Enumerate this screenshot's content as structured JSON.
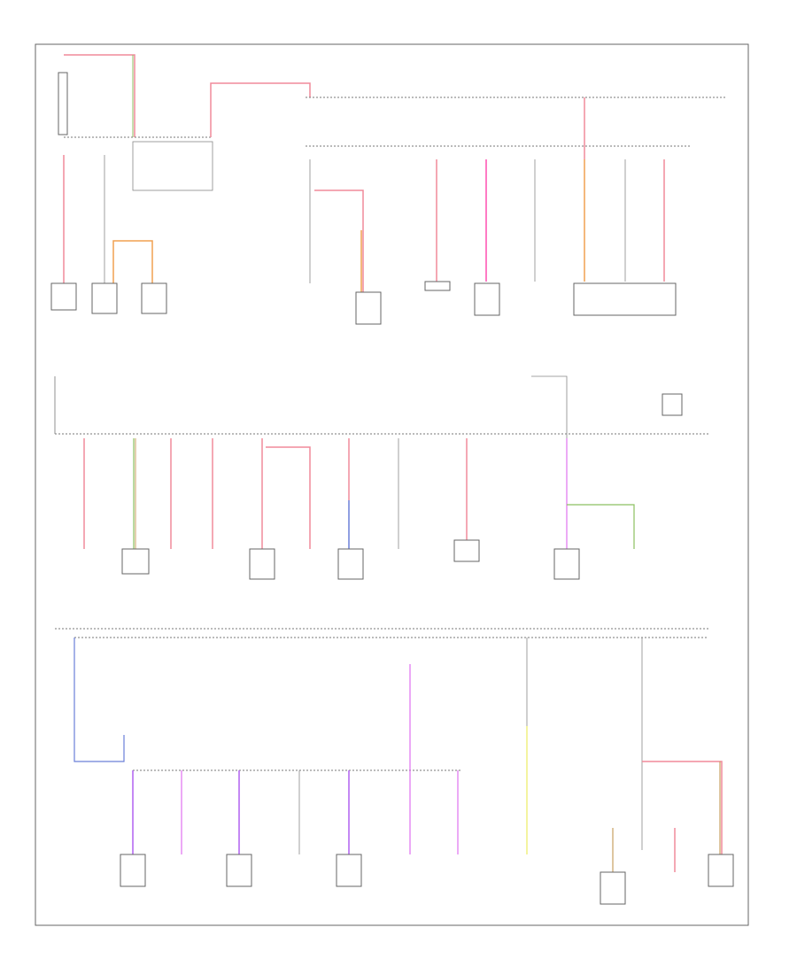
{
  "header": {
    "top_right_line1": "",
    "top_right_line2": ""
  },
  "colors": {
    "red": "#f08a9a",
    "pink": "#ff4fb0",
    "orange": "#f0a050",
    "green": "#8cc060",
    "blue": "#6a7fd8",
    "violet": "#b060f0",
    "magenta": "#e070f0",
    "yellow": "#f0f080",
    "tan": "#c8a060",
    "grey": "#888888"
  },
  "rows": {
    "row1_components": [
      {
        "id": "r1c1",
        "label": ""
      },
      {
        "id": "r1c2",
        "label": ""
      },
      {
        "id": "r1c3",
        "label": ""
      },
      {
        "id": "r1c4",
        "label": ""
      },
      {
        "id": "r1c5",
        "label": ""
      },
      {
        "id": "r1c6",
        "label": ""
      },
      {
        "id": "r1c7",
        "label": ""
      },
      {
        "id": "r1c8",
        "label": ""
      },
      {
        "id": "r1c9",
        "label": ""
      }
    ],
    "row2_components": [
      {
        "id": "r2c1",
        "label": ""
      },
      {
        "id": "r2c2",
        "label": ""
      },
      {
        "id": "r2c3",
        "label": ""
      },
      {
        "id": "r2c4",
        "label": ""
      },
      {
        "id": "r2c5",
        "label": ""
      },
      {
        "id": "r2c6",
        "label": ""
      },
      {
        "id": "r2c7",
        "label": ""
      },
      {
        "id": "r2c8",
        "label": ""
      },
      {
        "id": "r2c9",
        "label": ""
      },
      {
        "id": "r2c10",
        "label": ""
      },
      {
        "id": "r2c11",
        "label": ""
      }
    ],
    "row3_components": [
      {
        "id": "r3c1",
        "label": ""
      },
      {
        "id": "r3c2",
        "label": ""
      },
      {
        "id": "r3c3",
        "label": ""
      },
      {
        "id": "r3c4",
        "label": ""
      },
      {
        "id": "r3c5",
        "label": ""
      },
      {
        "id": "r3c6",
        "label": ""
      },
      {
        "id": "r3c7",
        "label": ""
      },
      {
        "id": "r3c8",
        "label": ""
      },
      {
        "id": "r3c9",
        "label": ""
      },
      {
        "id": "r3c10",
        "label": ""
      },
      {
        "id": "r3c11",
        "label": ""
      }
    ]
  },
  "footer": {
    "code": ""
  }
}
